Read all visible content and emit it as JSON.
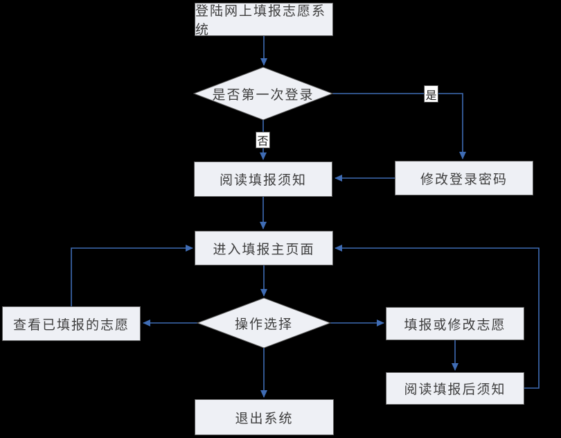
{
  "diagram": {
    "type": "flowchart",
    "nodes": {
      "login": {
        "label": "登陆网上填报志愿系统",
        "shape": "rect"
      },
      "first_login": {
        "label": "是否第一次登录",
        "shape": "diamond"
      },
      "change_password": {
        "label": "修改登录密码",
        "shape": "rect"
      },
      "read_instructions": {
        "label": "阅读填报须知",
        "shape": "rect"
      },
      "main_page": {
        "label": "进入填报主页面",
        "shape": "rect"
      },
      "operation_choice": {
        "label": "操作选择",
        "shape": "diamond"
      },
      "view_volunteers": {
        "label": "查看已填报的志愿",
        "shape": "rect"
      },
      "fill_modify": {
        "label": "填报或修改志愿",
        "shape": "rect"
      },
      "read_after": {
        "label": "阅读填报后须知",
        "shape": "rect"
      },
      "exit_system": {
        "label": "退出系统",
        "shape": "rect"
      }
    },
    "edge_labels": {
      "yes": "是",
      "no": "否"
    },
    "edges": [
      "login -> first_login",
      "first_login -(是)-> change_password",
      "first_login -(否)-> read_instructions",
      "change_password -> read_instructions",
      "read_instructions -> main_page",
      "main_page -> operation_choice",
      "operation_choice -> view_volunteers",
      "operation_choice -> fill_modify",
      "operation_choice -> exit_system",
      "fill_modify -> read_after",
      "view_volunteers -> main_page",
      "read_after -> main_page"
    ],
    "colors": {
      "background": "#000000",
      "node_fill": "#eef0f5",
      "node_border": "#5f5f5f",
      "connector": "#3f6cb4",
      "text": "#3d3d3d",
      "edge_label_bg": "#ffffff"
    }
  }
}
